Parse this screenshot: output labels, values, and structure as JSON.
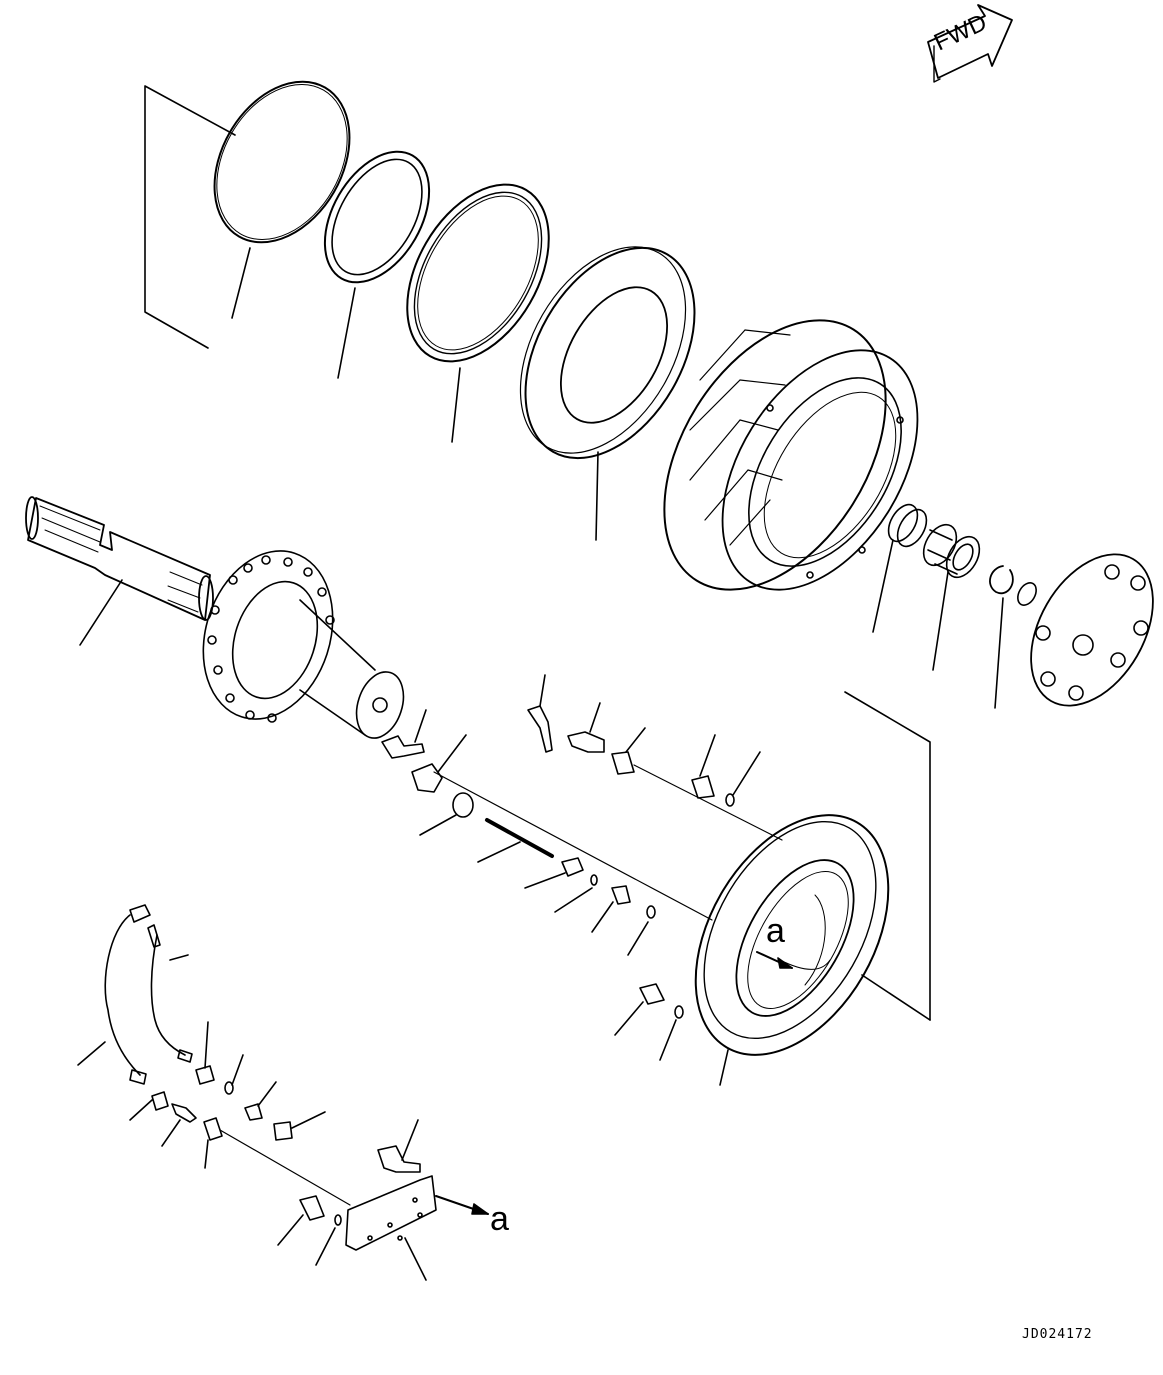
{
  "diagram": {
    "fwd_marker": "FWD",
    "detail_marker": "a",
    "detail_marker_arrow": "a",
    "drawing_code": "JD024172"
  }
}
